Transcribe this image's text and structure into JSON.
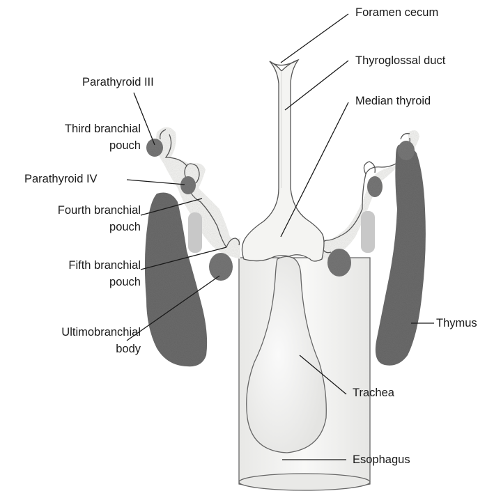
{
  "labels": {
    "foramen_cecum": "Foramen cecum",
    "thyroglossal_duct": "Thyroglossal duct",
    "median_thyroid": "Median thyroid",
    "parathyroid_iii": "Parathyroid III",
    "third_branchial_pouch": [
      "Third branchial",
      "pouch"
    ],
    "parathyroid_iv": "Parathyroid IV",
    "fourth_branchial_pouch": [
      "Fourth branchial",
      "pouch"
    ],
    "fifth_branchial_pouch": [
      "Fifth branchial",
      "pouch"
    ],
    "ultimobranchial_body": [
      "Ultimobranchial",
      "body"
    ],
    "thymus": "Thymus",
    "trachea": "Trachea",
    "esophagus": "Esophagus"
  },
  "colors": {
    "tissue_fill": "#f1f1ef",
    "tissue_outline": "#555555",
    "thymus_fill": "#6b6b6b",
    "parathyroid_fill": "#777777",
    "ultimobranchial_fill": "#767676",
    "pouch_shadow": "#c8c8c8",
    "leader_line": "#1a1a1a"
  }
}
